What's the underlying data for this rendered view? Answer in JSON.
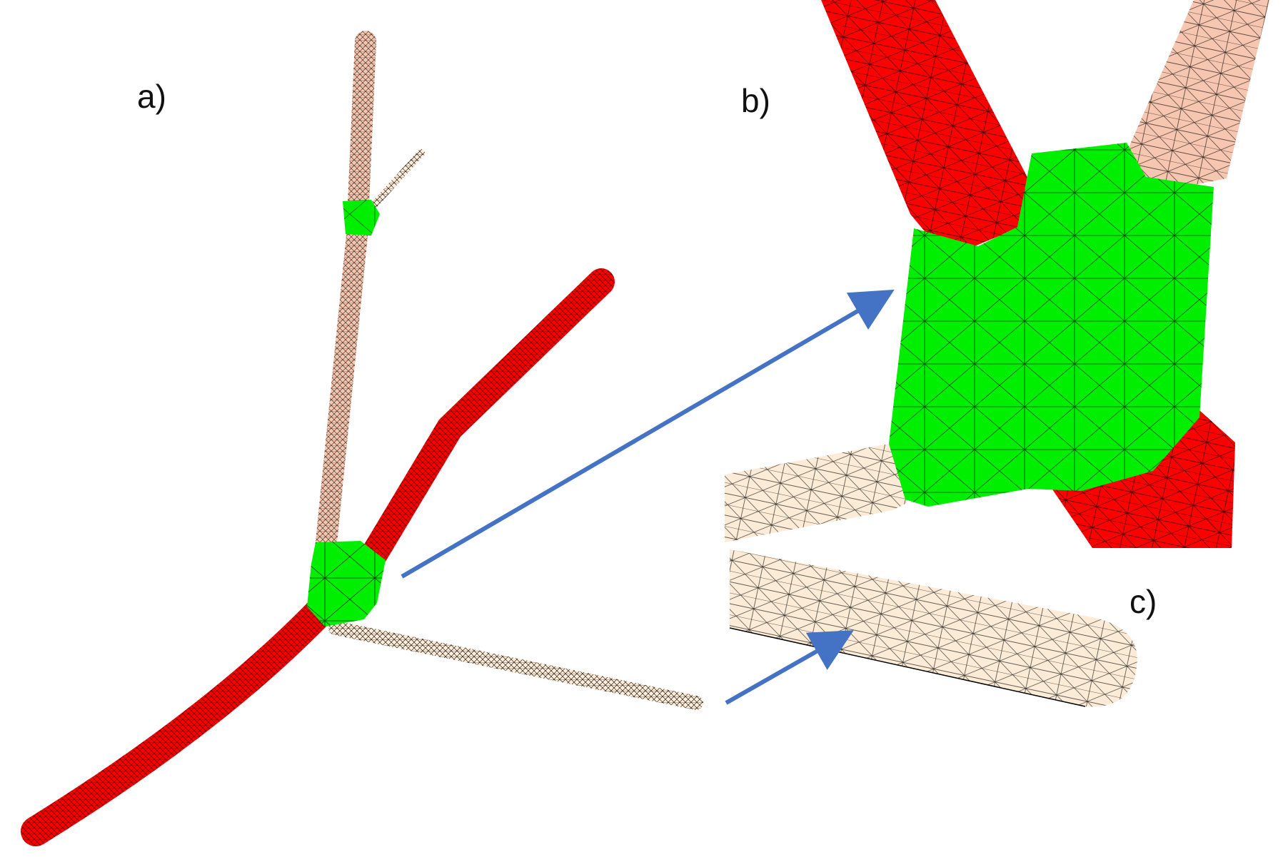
{
  "panels": {
    "a": {
      "label": "a)"
    },
    "b": {
      "label": "b)"
    },
    "c": {
      "label": "c)"
    }
  },
  "colors": {
    "red_segment": "#ff0000",
    "pink_segment": "#f6c6b0",
    "cream_segment": "#fcebd6",
    "green_junction": "#00ee00",
    "arrow": "#4472c4",
    "mesh_line": "#000000",
    "background": "#ffffff"
  }
}
